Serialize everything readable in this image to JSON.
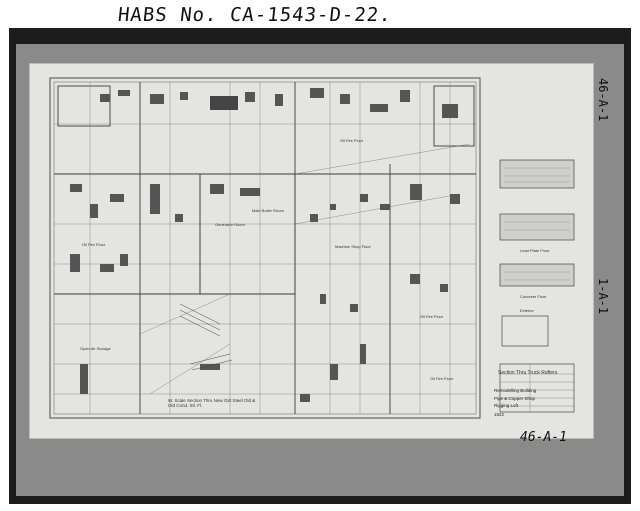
{
  "header": {
    "catalog_number": "HABS No. CA-1543-D-22."
  },
  "margin_tags": {
    "right_top": "46-A-1",
    "right_bottom": "1-A-1",
    "bottom_right": "46-A-1"
  },
  "drawing": {
    "room_labels": [
      "Oil Fire Floor",
      "Oil Fire Floor",
      "Generator Room",
      "Main Boiler Room",
      "Machine Shop Floor",
      "Oil Fire Floor",
      "Oil Fire Floor",
      "Open Air Storage"
    ],
    "notes": [
      "Section Thru Truck Rafters",
      "Exterior",
      "Concrete Floor",
      "Lead Plate Floor"
    ],
    "scale_note": "W. Scale Section Thru New Girt Steel Old & Old Cond. Stl. Fl.",
    "title_block": [
      "Remodelling Building",
      "Pipe & Copper Shop",
      "Rigging Loft",
      "1922"
    ]
  }
}
